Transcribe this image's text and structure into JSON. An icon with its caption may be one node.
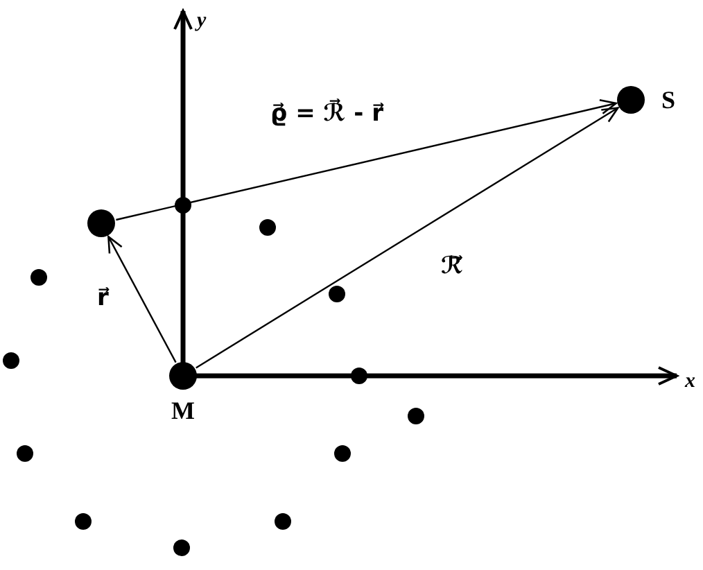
{
  "diagram": {
    "nodes": [
      {
        "text": [
          "M"
        ]
      },
      {
        "text": [
          "S"
        ]
      },
      {
        "text": [],
        "shape": "circle"
      },
      {
        "text": [],
        "shape": "circle"
      },
      {
        "text": [],
        "shape": "circle"
      },
      {
        "text": [],
        "shape": "circle"
      },
      {
        "text": [],
        "shape": "circle"
      },
      {
        "text": [],
        "shape": "circle"
      },
      {
        "text": [],
        "shape": "circle"
      },
      {
        "text": [],
        "shape": "circle"
      },
      {
        "text": [],
        "shape": "circle"
      },
      {
        "text": [],
        "shape": "circle"
      },
      {
        "text": [],
        "shape": "circle"
      },
      {
        "text": [],
        "shape": "circle"
      },
      {
        "text": [],
        "shape": "circle"
      }
    ],
    "edges": [
      {
        "from": 0,
        "to": 2,
        "arrow": "to",
        "label": "r⃗"
      },
      {
        "from": 0,
        "to": 1,
        "arrow": "to",
        "label": "ℛ⃗"
      },
      {
        "from": 2,
        "to": 1,
        "arrow": "to",
        "label": "ϱ⃗ = ℛ⃗ - r⃗"
      }
    ],
    "labels": [
      "y",
      "x"
    ]
  }
}
